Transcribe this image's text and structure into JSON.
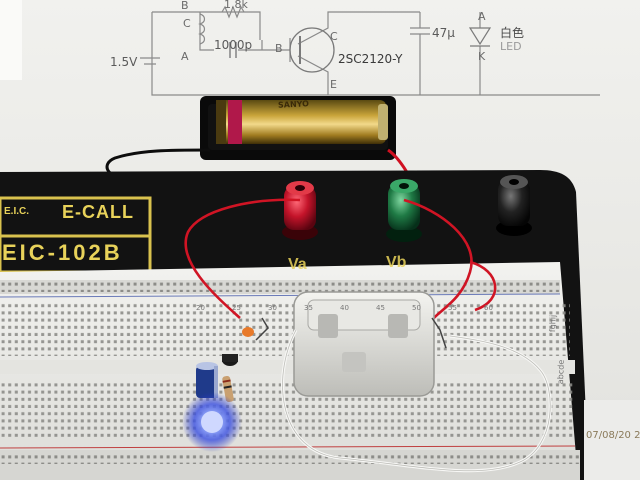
{
  "schematic": {
    "battery_label": "1.5V",
    "resistor_label": "1.8k",
    "capacitor_label": "1000p",
    "transistor_label": "2SC2120-Y",
    "electrolytic_label": "47µ",
    "led_label_line1": "白色",
    "led_label_line2": "LED",
    "node_b_top": "B",
    "node_c_left": "C",
    "node_a_left": "A",
    "node_b_mid": "B",
    "node_c_transistor": "C",
    "node_e_transistor": "E",
    "node_a_led": "A",
    "node_k_led": "K"
  },
  "board": {
    "brand_logo_text": "E.I.C.",
    "brand_name": "E-CALL",
    "model": "EIC-102B",
    "terminal_label_1": "Va",
    "terminal_label_2": "Vb",
    "row_letters": "abcde",
    "row_letters_right": "fghij",
    "col_numbers": [
      "20",
      "25",
      "30",
      "35",
      "40",
      "45",
      "50",
      "55",
      "60"
    ]
  },
  "battery_brand": "SANYO",
  "timestamp": "07/08/20 2"
}
